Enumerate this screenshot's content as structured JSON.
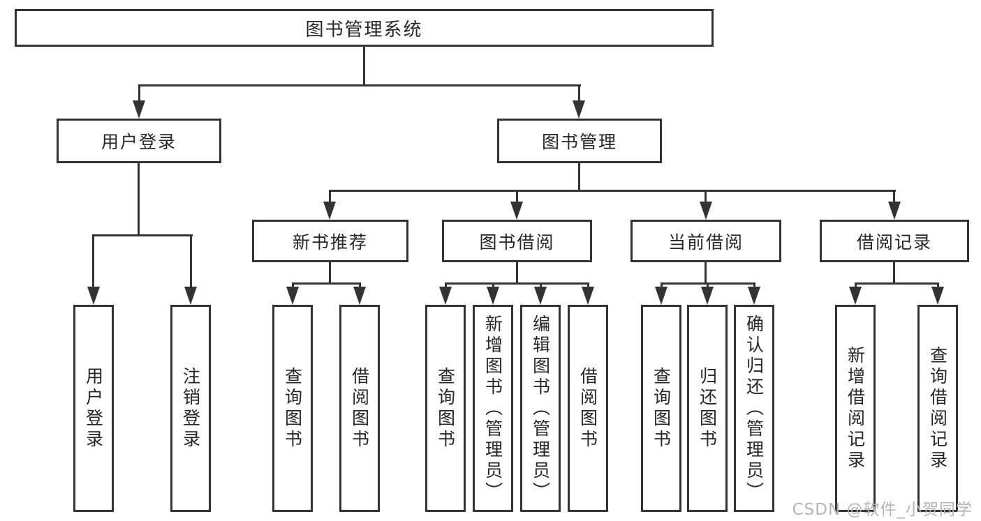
{
  "title": {
    "label": "图书管理系统"
  },
  "branches": {
    "user": {
      "label": "用户登录",
      "leaves": [
        "用户登录",
        "注销登录"
      ]
    },
    "book": {
      "label": "图书管理",
      "groups": [
        {
          "label": "新书推荐",
          "leaves": [
            "查询图书",
            "借阅图书"
          ]
        },
        {
          "label": "图书借阅",
          "leaves": [
            "查询图书",
            "新增图书（管理员）",
            "编辑图书（管理员）",
            "借阅图书"
          ]
        },
        {
          "label": "当前借阅",
          "leaves": [
            "查询图书",
            "归还图书",
            "确认归还（管理员）"
          ]
        },
        {
          "label": "借阅记录",
          "leaves": [
            "新增借阅记录",
            "查询借阅记录"
          ]
        }
      ]
    }
  },
  "watermark": {
    "text": "CSDN @软件_小贺同学"
  },
  "colors": {
    "line": "#333333",
    "text": "#262626",
    "watermark": "#b5b5b5",
    "background": "#ffffff"
  }
}
